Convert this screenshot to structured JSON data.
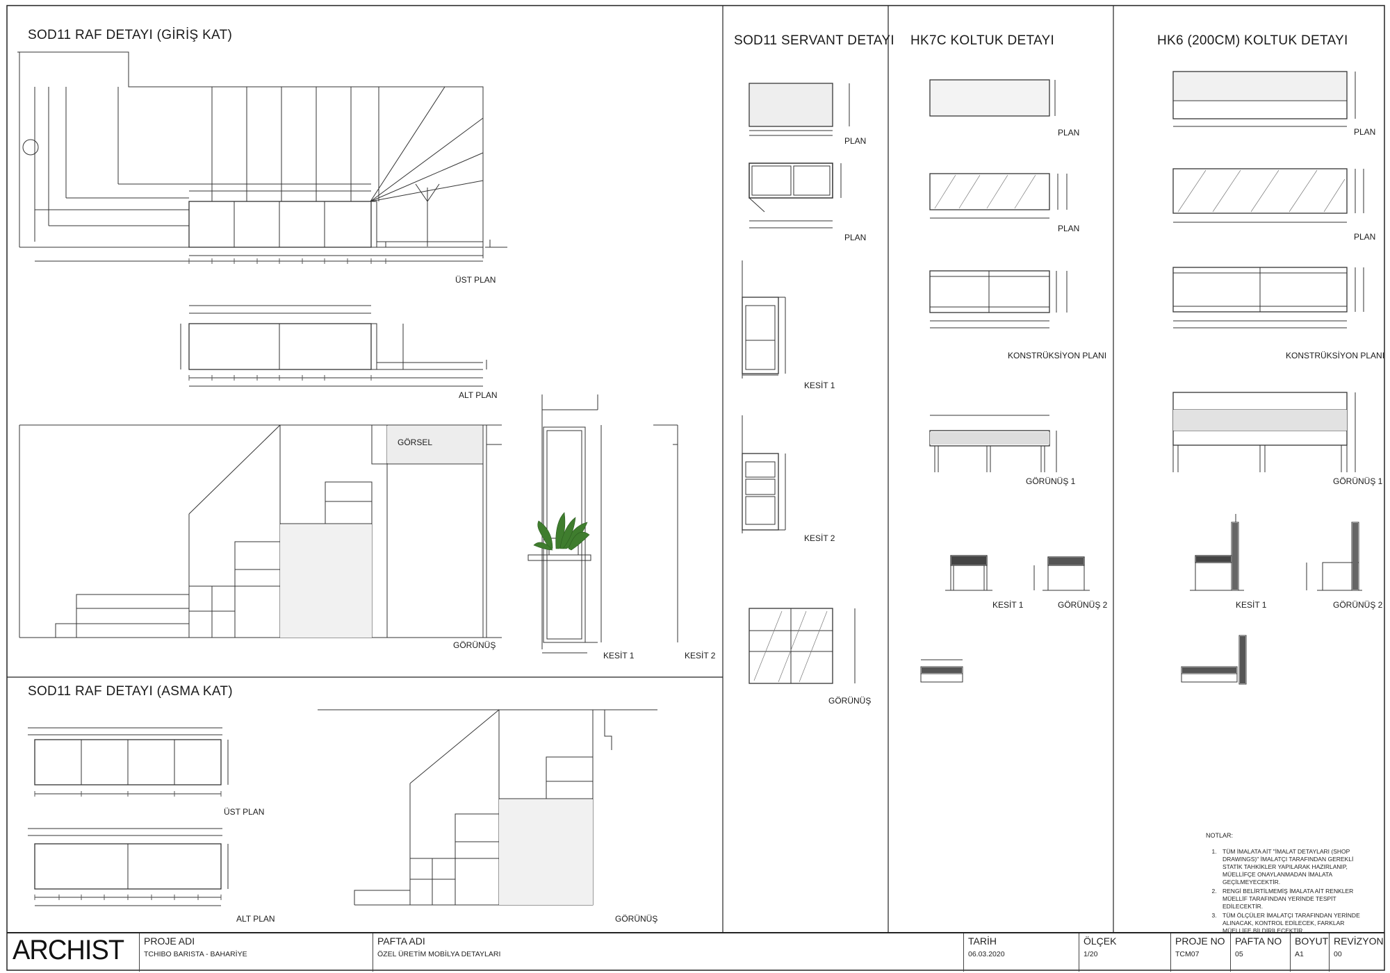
{
  "titles": {
    "sod11_giris": "SOD11 RAF DETAYI (GİRİŞ KAT)",
    "sod11_asma": "SOD11 RAF DETAYI (ASMA KAT)",
    "sod11_servant": "SOD11 SERVANT DETAYI",
    "hk7c": "HK7C  KOLTUK DETAYI",
    "hk6": "HK6 (200CM) KOLTUK DETAYI"
  },
  "view_labels": {
    "ust_plan_1": "ÜST PLAN",
    "alt_plan_1": "ALT PLAN",
    "gorunus_1": "GÖRÜNÜŞ",
    "kesit1_1": "KESİT 1",
    "kesit2_1": "KESİT 2",
    "gorsel": "GÖRSEL",
    "ust_plan_2": "ÜST PLAN",
    "alt_plan_2": "ALT PLAN",
    "gorunus_2": "GÖRÜNÜŞ",
    "serv_plan_1": "PLAN",
    "serv_plan_2": "PLAN",
    "serv_kesit1": "KESİT 1",
    "serv_kesit2": "KESİT 2",
    "serv_gorunus": "GÖRÜNÜŞ",
    "hk7c_plan_1": "PLAN",
    "hk7c_plan_2": "PLAN",
    "hk7c_konst": "KONSTRÜKSİYON PLANI",
    "hk7c_gorunus1": "GÖRÜNÜŞ 1",
    "hk7c_kesit1": "KESİT 1",
    "hk7c_gorunus2": "GÖRÜNÜŞ 2",
    "hk6_plan_1": "PLAN",
    "hk6_plan_2": "PLAN",
    "hk6_konst": "KONSTRÜKSİYON PLANI",
    "hk6_gorunus1": "GÖRÜNÜŞ 1",
    "hk6_kesit1": "KESİT 1",
    "hk6_gorunus2": "GÖRÜNÜŞ 2"
  },
  "notes": {
    "heading": "NOTLAR:",
    "items": [
      "TÜM İMALATA AİT \"İMALAT DETAYLARI (SHOP DRAWINGS)\" İMALATÇI TARAFINDAN GEREKLİ STATİK TAHKİKLER YAPILARAK HAZIRLANIP, MÜELLİFÇE ONAYLANMADAN İMALATA GEÇİLMEYECEKTİR.",
      "RENGİ BELİRTİLMEMİŞ İMALATA AİT RENKLER MÜELLİF TARAFINDAN YERİNDE TESPİT EDİLECEKTİR.",
      "TÜM ÖLÇÜLER İMALATÇI TARAFINDAN YERİNDE ALINACAK, KONTROL EDİLECEK, FARKLAR MÜELLİFE BİLDİRİLECEKTİR."
    ]
  },
  "title_block": {
    "logo": "ARCHIST",
    "proje_adi_label": "PROJE ADI",
    "proje_adi": "TCHIBO BARISTA - BAHARİYE",
    "pafta_adi_label": "PAFTA ADI",
    "pafta_adi": "ÖZEL ÜRETİM MOBİLYA DETAYLARI",
    "tarih_label": "TARİH",
    "tarih": "06.03.2020",
    "olcek_label": "ÖLÇEK",
    "olcek": "1/20",
    "proje_no_label": "PROJE NO",
    "proje_no": "TCM07",
    "pafta_no_label": "PAFTA NO",
    "pafta_no": "05",
    "boyut_label": "BOYUT",
    "boyut": "A1",
    "revizyon_label": "REVİZYON",
    "revizyon": "00"
  }
}
